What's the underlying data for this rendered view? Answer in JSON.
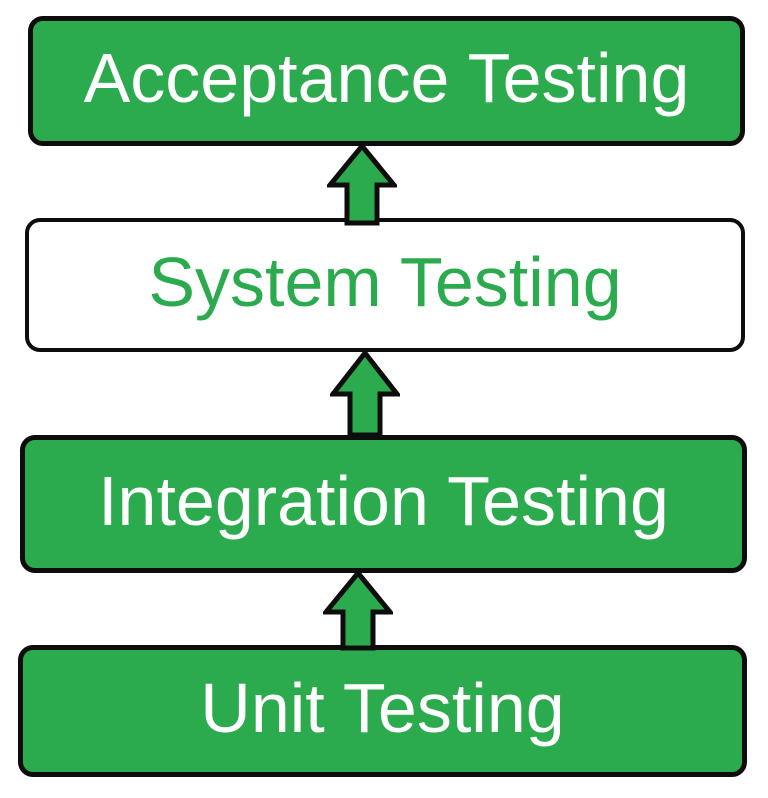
{
  "diagram": {
    "boxes": [
      {
        "label": "Acceptance Testing",
        "style": "solid-green",
        "text_color": "white"
      },
      {
        "label": "System Testing",
        "style": "outline-white",
        "text_color": "green"
      },
      {
        "label": "Integration Testing",
        "style": "solid-green",
        "text_color": "white"
      },
      {
        "label": "Unit Testing",
        "style": "solid-green",
        "text_color": "white"
      }
    ],
    "arrows": [
      {
        "direction": "up",
        "from": "System Testing",
        "to": "Acceptance Testing"
      },
      {
        "direction": "up",
        "from": "Integration Testing",
        "to": "System Testing"
      },
      {
        "direction": "up",
        "from": "Unit Testing",
        "to": "Integration Testing"
      }
    ],
    "colors": {
      "green": "#2bab4d",
      "outline": "#0d0d0d",
      "text_on_green": "#ffffff",
      "background": "#ffffff"
    }
  }
}
